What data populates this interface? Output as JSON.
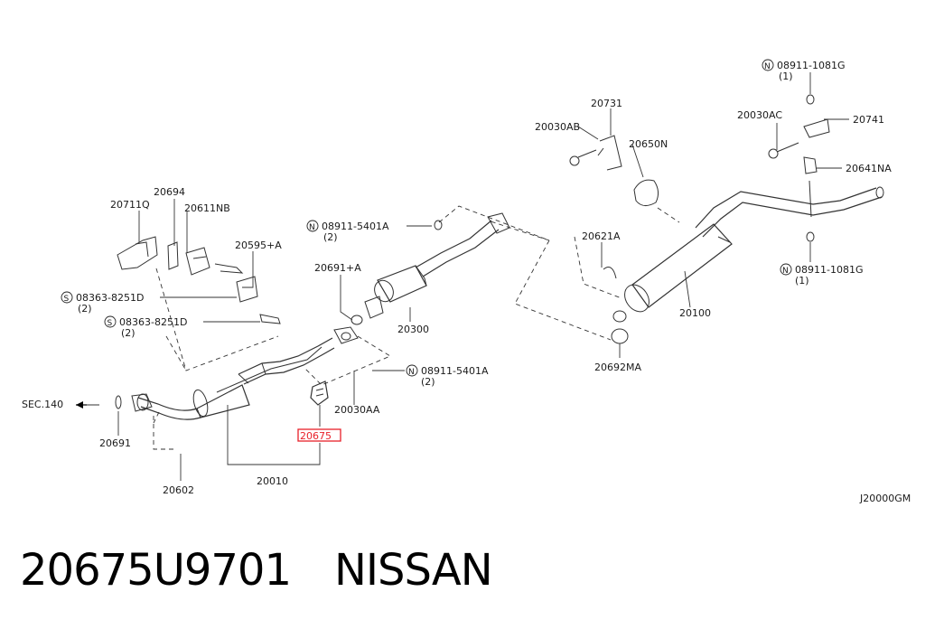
{
  "diagram": {
    "callouts": {
      "c_20711q": "20711Q",
      "c_20694": "20694",
      "c_20611nb": "20611NB",
      "c_20595a": "20595+A",
      "c_08363a": "08363-8251D",
      "c_08363a_qty": "(2)",
      "c_08363b": "08363-8251D",
      "c_08363b_qty": "(2)",
      "c_sec140": "SEC.140",
      "c_20691": "20691",
      "c_20602": "20602",
      "c_20010": "20010",
      "c_20675": "20675",
      "c_20030aa": "20030AA",
      "c_08911_5401a_lower": "08911-5401A",
      "c_08911_5401a_lower_qty": "(2)",
      "c_20691a": "20691+A",
      "c_08911_5401a_upper": "08911-5401A",
      "c_08911_5401a_upper_qty": "(2)",
      "c_20300": "20300",
      "c_20030ab": "20030AB",
      "c_20731": "20731",
      "c_20650n": "20650N",
      "c_20621a": "20621A",
      "c_20692ma": "20692MA",
      "c_20100": "20100",
      "c_08911_1081g_top": "08911-1081G",
      "c_08911_1081g_top_qty": "(1)",
      "c_20030ac": "20030AC",
      "c_20741": "20741",
      "c_20641na": "20641NA",
      "c_08911_1081g_bottom": "08911-1081G",
      "c_08911_1081g_bottom_qty": "(1)",
      "c_diagram_code": "J20000GM"
    },
    "prefix_symbols": {
      "n": "N",
      "s": "S"
    },
    "highlight_color": "#e8202a"
  },
  "footer": {
    "part_number": "20675U9701",
    "brand": "NISSAN"
  }
}
